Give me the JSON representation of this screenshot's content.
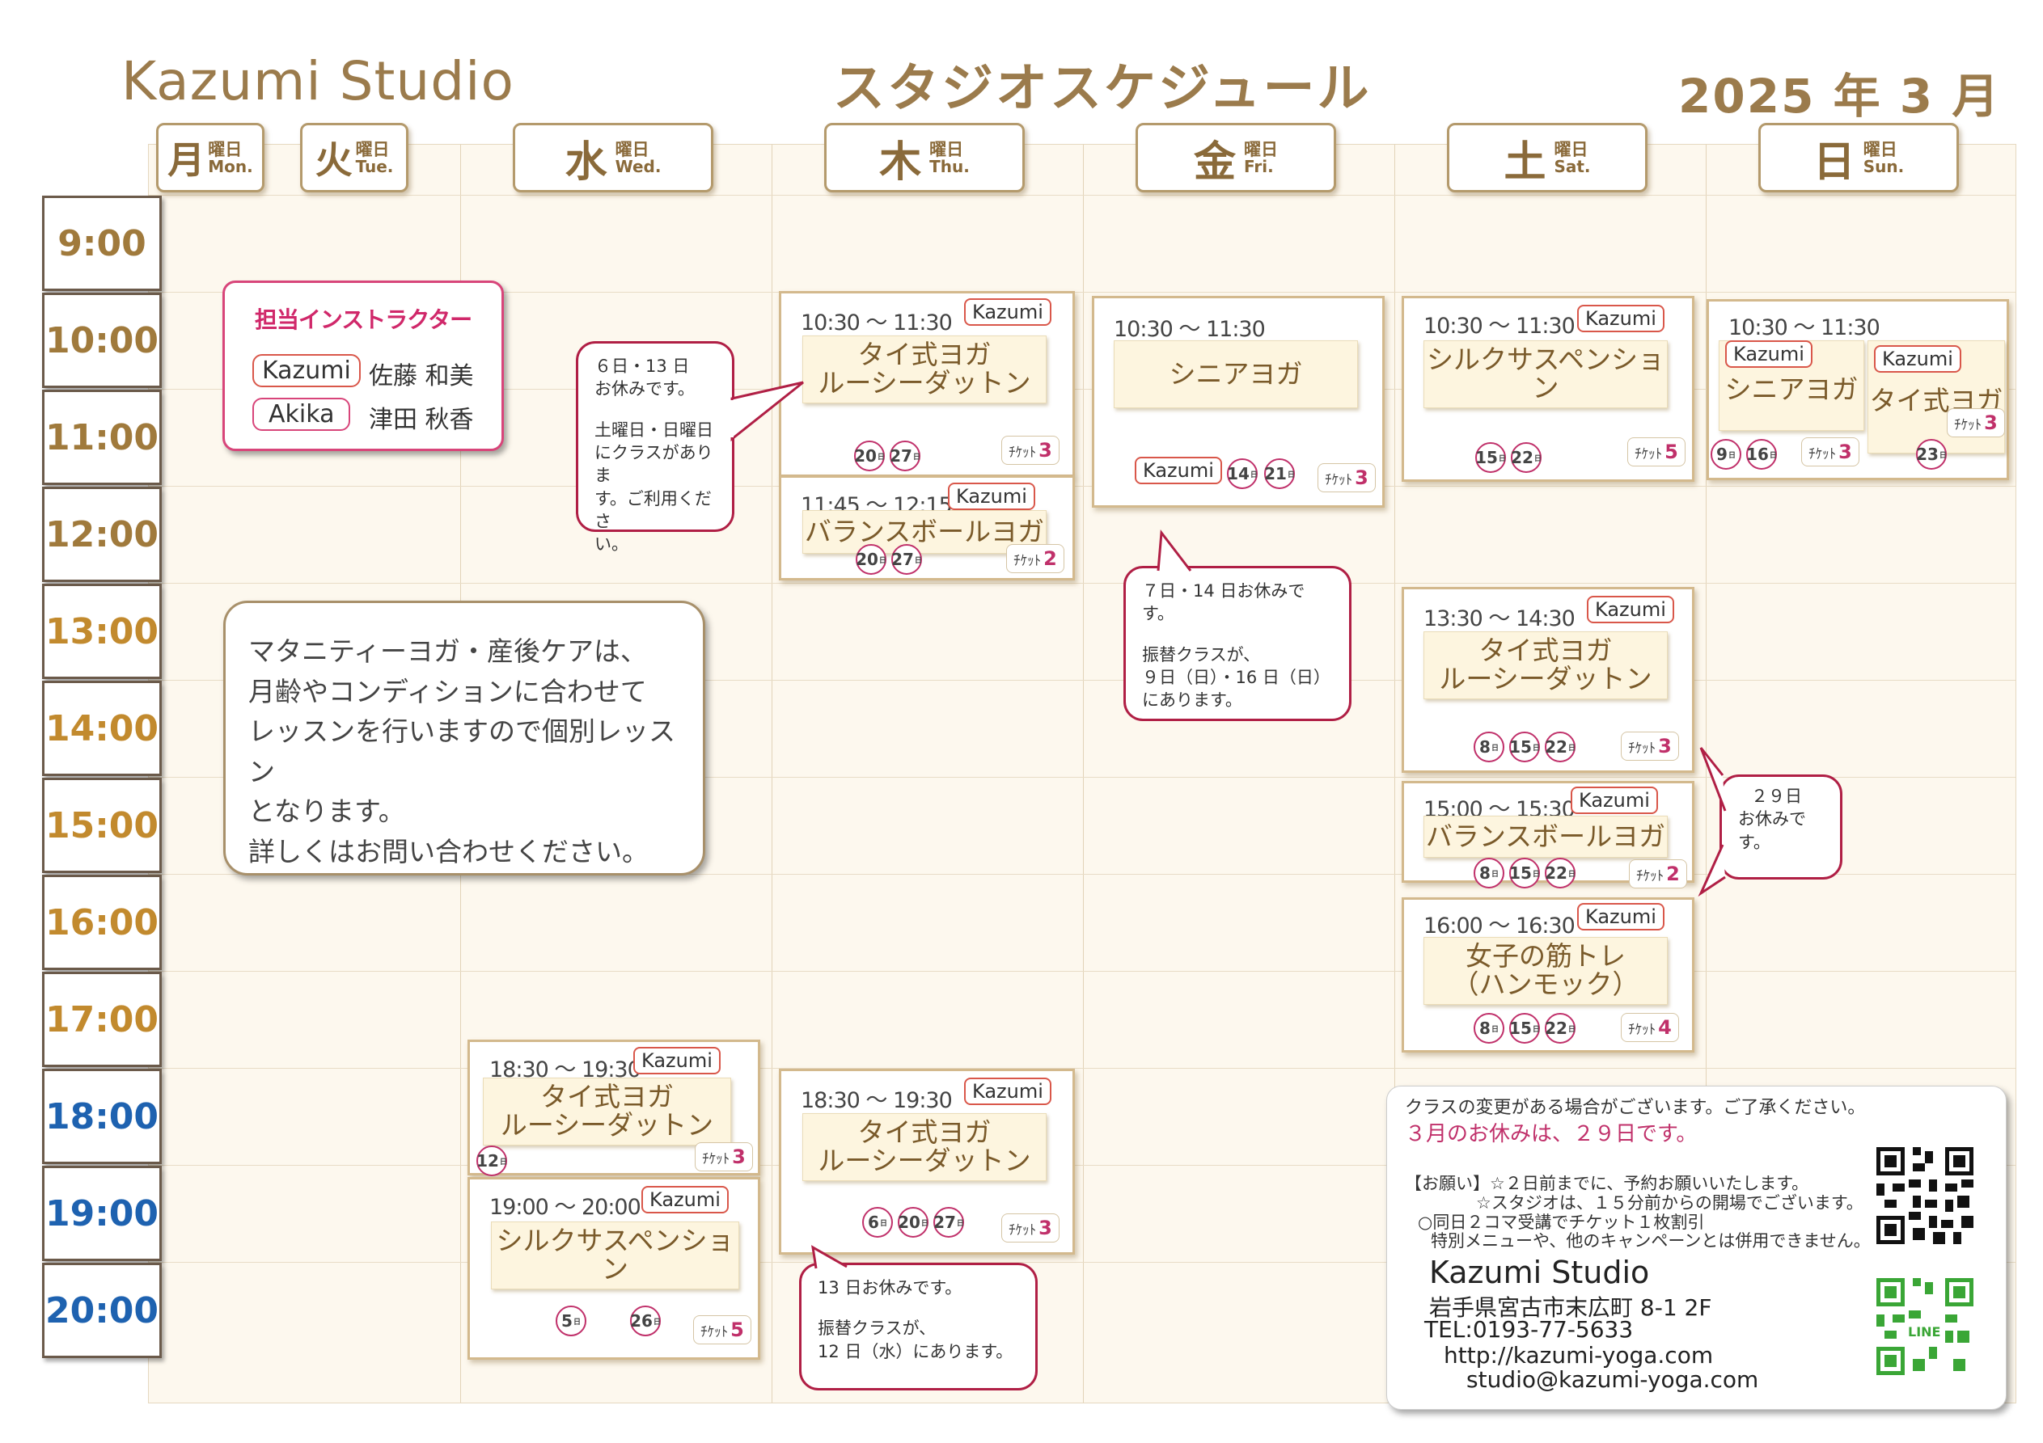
{
  "header": {
    "studio": "Kazumi Studio",
    "title": "スタジオスケジュール",
    "month": "2025 年 3 月"
  },
  "days": [
    {
      "kanji": "月",
      "yobi": "曜日",
      "en": "Mon."
    },
    {
      "kanji": "火",
      "yobi": "曜日",
      "en": "Tue."
    },
    {
      "kanji": "水",
      "yobi": "曜日",
      "en": "Wed."
    },
    {
      "kanji": "木",
      "yobi": "曜日",
      "en": "Thu."
    },
    {
      "kanji": "金",
      "yobi": "曜日",
      "en": "Fri."
    },
    {
      "kanji": "土",
      "yobi": "曜日",
      "en": "Sat."
    },
    {
      "kanji": "日",
      "yobi": "曜日",
      "en": "Sun."
    }
  ],
  "times": [
    "9:00",
    "10:00",
    "11:00",
    "12:00",
    "13:00",
    "14:00",
    "15:00",
    "16:00",
    "17:00",
    "18:00",
    "19:00",
    "20:00"
  ],
  "instructors": {
    "heading": "担当インストラクター",
    "list": [
      {
        "tag": "Kazumi",
        "name": "佐藤 和美"
      },
      {
        "tag": "Akika",
        "name": "津田 秋香"
      }
    ]
  },
  "maternity": {
    "lines": [
      "マタニティーヨガ・産後ケアは、",
      "月齢やコンディションに合わせて",
      "レッスンを行いますので個別レッスン",
      "となります。",
      "詳しくはお問い合わせください。"
    ]
  },
  "classes": {
    "wed1": {
      "time": "18:30 ～ 19:30",
      "tag": "Kazumi",
      "name1": "タイ式ヨガ",
      "name2": "ルーシーダットン",
      "dates": [
        "12"
      ],
      "ticket_label": "ﾁｹｯﾄ",
      "ticket": "3"
    },
    "wed2": {
      "time": "19:00 ～ 20:00",
      "tag": "Kazumi",
      "name1": "シルクサスペンション",
      "dates": [
        "5",
        "26"
      ],
      "ticket_label": "ﾁｹｯﾄ",
      "ticket": "5"
    },
    "thu1": {
      "time": "10:30 ～ 11:30",
      "tag": "Kazumi",
      "name1": "タイ式ヨガ",
      "name2": "ルーシーダットン",
      "dates": [
        "20",
        "27"
      ],
      "ticket_label": "ﾁｹｯﾄ",
      "ticket": "3"
    },
    "thu2": {
      "time": "11:45 ～ 12:15",
      "tag": "Kazumi",
      "name1": "バランスボールヨガ",
      "dates": [
        "20",
        "27"
      ],
      "ticket_label": "ﾁｹｯﾄ",
      "ticket": "2"
    },
    "thu3": {
      "time": "18:30 ～ 19:30",
      "tag": "Kazumi",
      "name1": "タイ式ヨガ",
      "name2": "ルーシーダットン",
      "dates": [
        "6",
        "20",
        "27"
      ],
      "ticket_label": "ﾁｹｯﾄ",
      "ticket": "3"
    },
    "fri1": {
      "time": "10:30 ～ 11:30",
      "tag": "Kazumi",
      "name1": "シニアヨガ",
      "dates": [
        "14",
        "21"
      ],
      "ticket_label": "ﾁｹｯﾄ",
      "ticket": "3"
    },
    "sat1": {
      "time": "10:30 ～ 11:30",
      "tag": "Kazumi",
      "name1": "シルクサスペンション",
      "dates": [
        "15",
        "22"
      ],
      "ticket_label": "ﾁｹｯﾄ",
      "ticket": "5"
    },
    "sat2": {
      "time": "13:30 ～ 14:30",
      "tag": "Kazumi",
      "name1": "タイ式ヨガ",
      "name2": "ルーシーダットン",
      "dates": [
        "8",
        "15",
        "22"
      ],
      "ticket_label": "ﾁｹｯﾄ",
      "ticket": "3"
    },
    "sat3": {
      "time": "15:00 ～ 15:30",
      "tag": "Kazumi",
      "name1": "バランスボールヨガ",
      "dates": [
        "8",
        "15",
        "22"
      ],
      "ticket_label": "ﾁｹｯﾄ",
      "ticket": "2"
    },
    "sat4": {
      "time": "16:00 ～ 16:30",
      "tag": "Kazumi",
      "name1": "女子の筋トレ",
      "name2": "（ハンモック）",
      "dates": [
        "8",
        "15",
        "22"
      ],
      "ticket_label": "ﾁｹｯﾄ",
      "ticket": "4"
    },
    "sun": {
      "time": "10:30 ～ 11:30",
      "tagA": "Kazumi",
      "nameA": "シニアヨガ",
      "datesA": [
        "9",
        "16"
      ],
      "ticketA": "3",
      "tagB": "Kazumi",
      "nameB": "タイ式ヨガ",
      "datesB": [
        "23"
      ],
      "ticketB": "3",
      "ticket_label": "ﾁｹｯﾄ"
    }
  },
  "day_suffix": "日",
  "callouts": {
    "wed": [
      "６日・13 日",
      "お休みです。",
      "",
      "土曜日・日曜日",
      "にクラスがありま",
      "す。ご利用くださ",
      "い。"
    ],
    "fri": [
      "７日・14 日お休みです。",
      "",
      "振替クラスが、",
      "９日（日）・16 日（日）",
      "にあります。"
    ],
    "thu": [
      "13 日お休みです。",
      "",
      "振替クラスが、",
      "12 日（水）にあります。"
    ],
    "sat": [
      "２９日",
      "お休みです。"
    ]
  },
  "info": {
    "notice": "クラスの変更がある場合がございます。ご了承ください。",
    "holiday": "３月のお休みは、２９日です。",
    "req1": "【お願い】☆２日前までに、予約お願いいたします。",
    "req2": "☆スタジオは、１５分前からの開場でございます。",
    "req3": "○同日２コマ受講でチケット１枚割引",
    "req4": "特別メニューや、他のキャンペーンとは併用できません。",
    "studio": "Kazumi Studio",
    "address": "岩手県宮古市末広町 8-1 2F",
    "tel": "TEL:0193-77-5633",
    "url": "http://kazumi-yoga.com",
    "email": "studio@kazumi-yoga.com",
    "line_label": "LINE"
  },
  "colors": {
    "gold": "#9b7b4c",
    "rose": "#c0306a",
    "blue": "#1e62b0"
  }
}
